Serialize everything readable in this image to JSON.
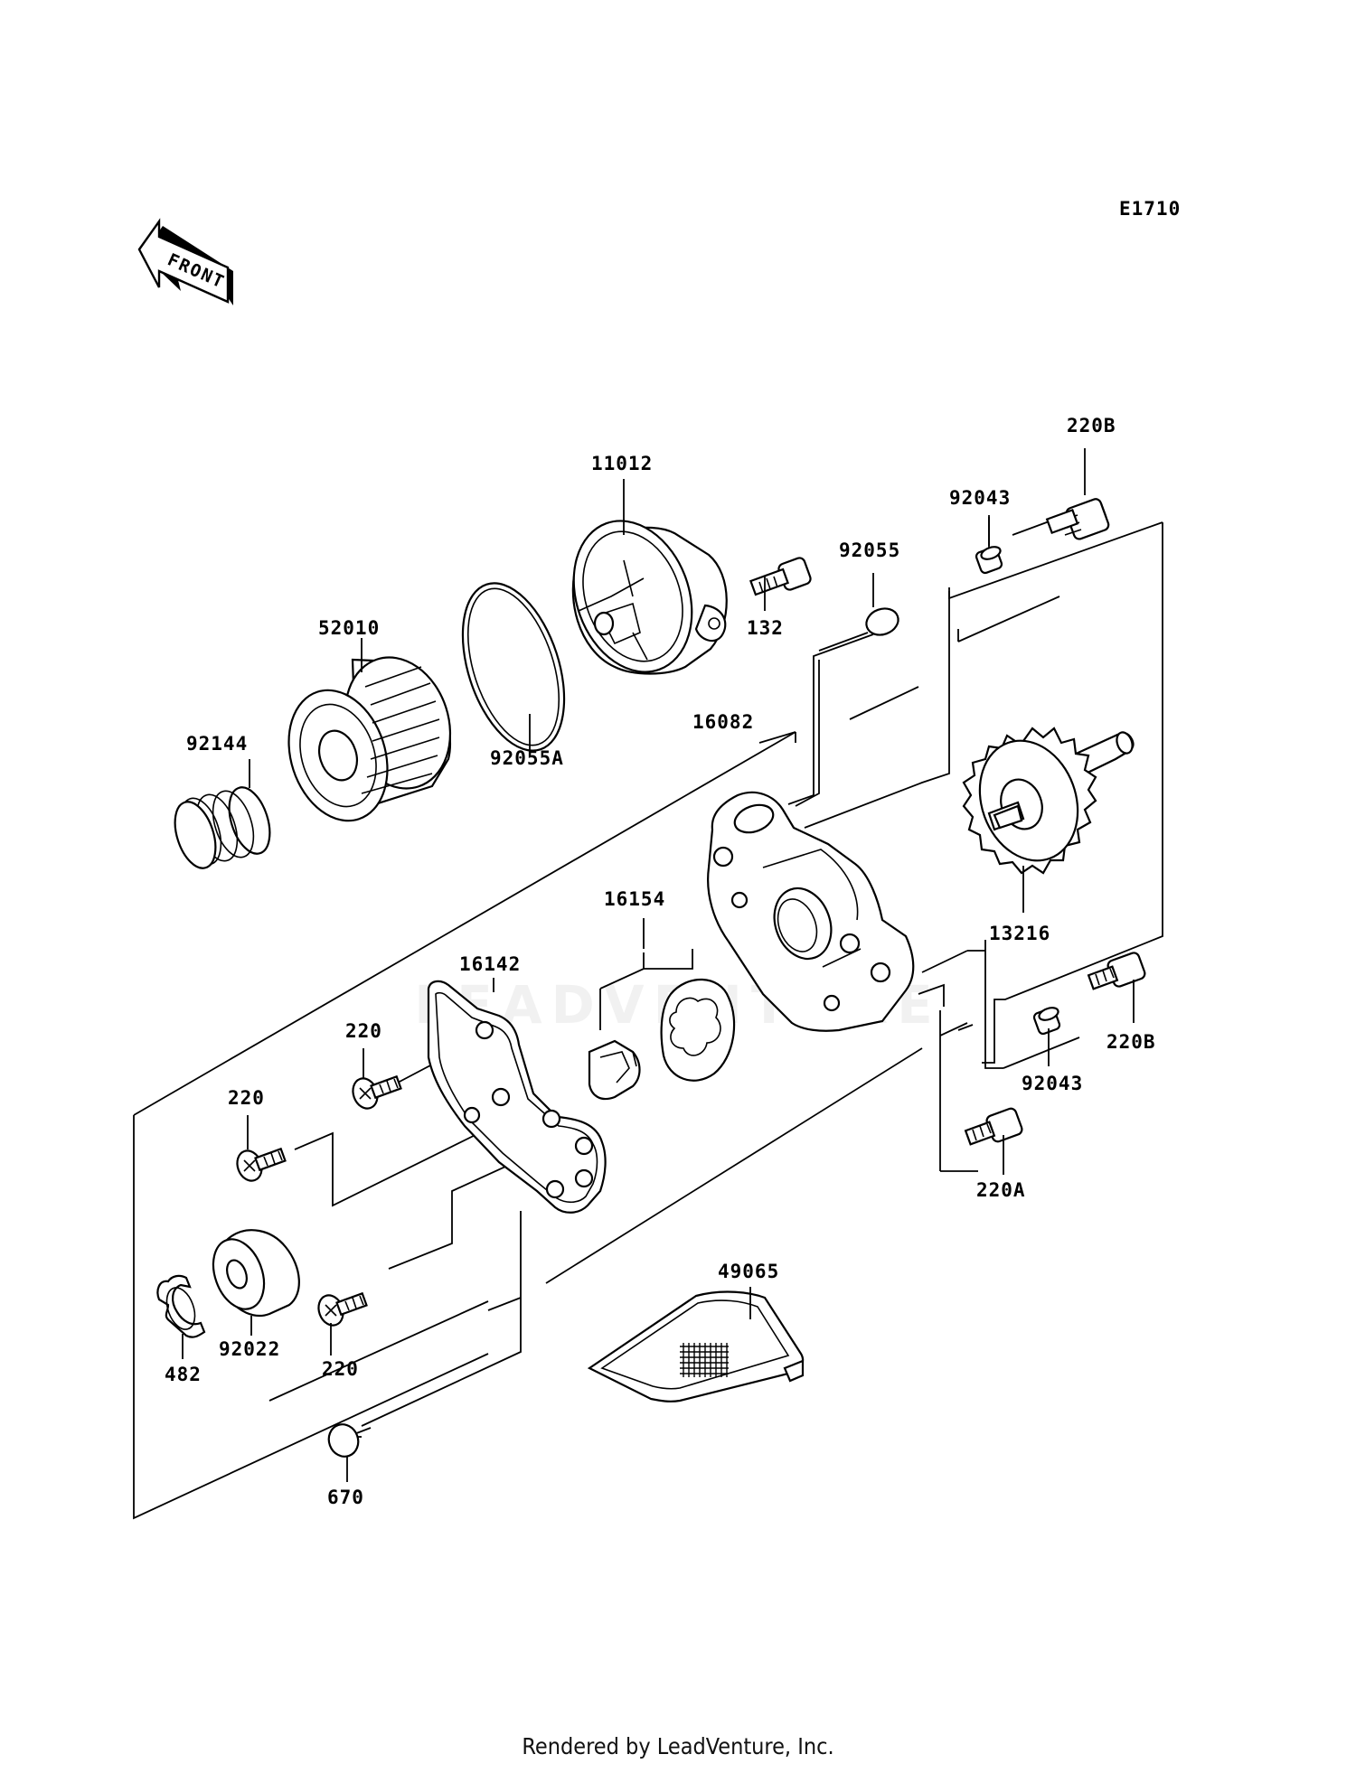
{
  "diagram": {
    "code": "E1710",
    "front_label": "FRONT",
    "footer": "Rendered by LeadVenture, Inc.",
    "watermark": "LEADVENTURE"
  },
  "callouts": {
    "p11012": "11012",
    "p132": "132",
    "p92055": "92055",
    "p92043_top": "92043",
    "p220B_top": "220B",
    "p52010": "52010",
    "p92055A": "92055A",
    "p92144": "92144",
    "p16082": "16082",
    "p13216": "13216",
    "p16154": "16154",
    "p16142": "16142",
    "p220_a": "220",
    "p220_b": "220",
    "p220_c": "220",
    "p220B_bot": "220B",
    "p92043_bot": "92043",
    "p220A": "220A",
    "p49065": "49065",
    "p482": "482",
    "p92022": "92022",
    "p670": "670"
  }
}
